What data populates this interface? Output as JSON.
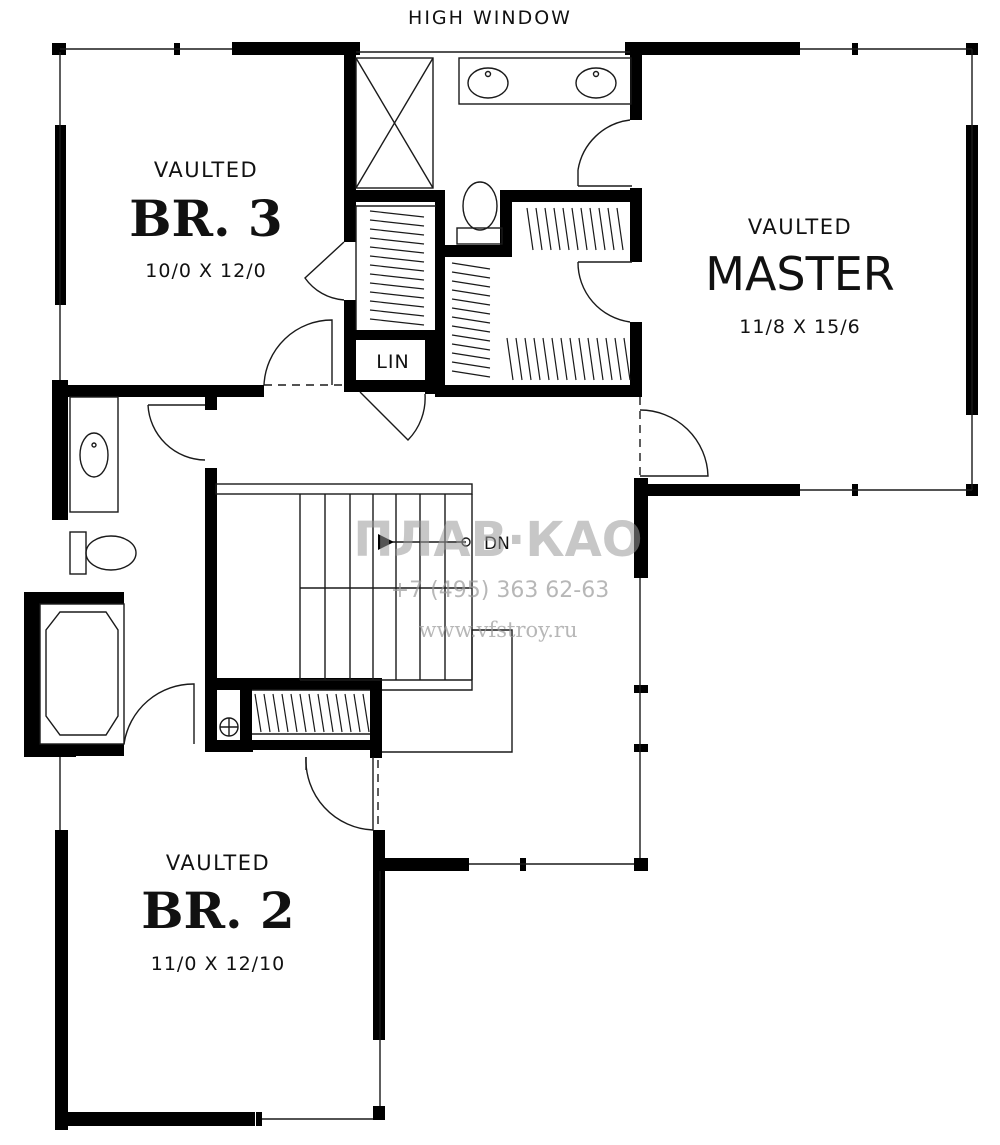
{
  "labels": {
    "high_window": "HIGH WINDOW",
    "lin": "LIN",
    "stairs_down": "DN"
  },
  "rooms": {
    "br3": {
      "vaulted": "VAULTED",
      "name": "BR. 3",
      "dims": "10/0  X  12/0"
    },
    "master": {
      "vaulted": "VAULTED",
      "name": "MASTER",
      "dims": "11/8  X  15/6"
    },
    "br2": {
      "vaulted": "VAULTED",
      "name": "BR. 2",
      "dims": "11/0  X  12/10"
    }
  },
  "watermark": {
    "brand": "ПЛАВ·КАО",
    "phone": "+7 (495) 363 62-63",
    "url": "www.vfstroy.ru"
  },
  "colors": {
    "wall": "#000000",
    "line": "#1a1a1a",
    "watermark": "#9a9a9a"
  }
}
